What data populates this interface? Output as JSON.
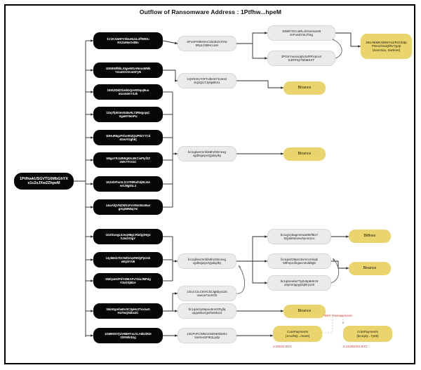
{
  "title": "Outflow of Ransomware Address : 1Ptfhw...hpeM",
  "colors": {
    "node_black": "#070707",
    "node_gray": "#eceaea",
    "node_yellow": "#e9d46d",
    "annotation_red": "#e8736a",
    "frame": "#000000"
  },
  "root": {
    "label": "1PtfhwkUSGVTG6MbGhYXx1c2sJXw2ZhpeM",
    "line1": "1PtfhwkUSGVTG6MbGhYX",
    "line2": "x1c2sJXw2ZhpeM"
  },
  "addresses": [
    {
      "id": "a1",
      "line1": "1C1KXwHFVSbuHUzLofftWDu",
      "line2": "NXZuMwOstBn"
    },
    {
      "id": "a2",
      "line1": "1DEBWf8bLXtgwWGANmuWMk",
      "line2": "YmuDGOXv4XFyN"
    },
    {
      "id": "a3",
      "line1": "19XUtDkfZUobbQreWSqvj9uu",
      "line2": "mUv34KYXJh"
    },
    {
      "id": "a4",
      "line1": "1Gq7fpktimr845v9L73R5qyqqC",
      "line2": "XgaMY9mPU"
    },
    {
      "id": "a5",
      "line1": "1DHuR6gzPrbo9SZQUP8irY7Cd",
      "line2": "4GwAGghEj"
    },
    {
      "id": "a6",
      "line1": "1MgaYRJxBWg92L8KCisPIyfZZ",
      "line2": "oWvYTrX1C"
    },
    {
      "id": "a7",
      "line1": "1EZehFhoXLG17F8Ro/h3jRLHA",
      "line2": "wXJ8g91L3"
    },
    {
      "id": "a8",
      "line1": "14wAlQVNZWGJFoV8mSEcBwr",
      "line2": "gXq2MN5q7ei"
    },
    {
      "id": "a9",
      "line1": "1DZSwvgL8JvqH8gCRlafpjtHQ4",
      "line2": "hJw2V3gY"
    },
    {
      "id": "a10",
      "line1": "14ykBdz7bCNZbAqrR8iQPje2sk",
      "line2": "wEpbYU6"
    },
    {
      "id": "a11",
      "line1": "1MdyaHZPdY49EAFvT4iuJMP4g",
      "line2": "F3vDSj8ize"
    },
    {
      "id": "a12",
      "line1": "1MAEgmhaEvSC3pHs3TxvAaG",
      "line2": "HUTwQ53bs3C"
    },
    {
      "id": "a13",
      "line1": "1GM8SDYjUV6BHYscALA5k2iR3r",
      "line2": "2SFMhXUg"
    }
  ],
  "intermediates": [
    {
      "id": "g1",
      "line1": "3FVsPX9kNtAC1bcB1lV4Yor",
      "line2": "5RpLGtBHcUvH"
    },
    {
      "id": "g2",
      "line1": "1QVKmUYtXTUbHS71UesK",
      "line2": "Eq3QU7Jy5pBbs1"
    },
    {
      "id": "g3",
      "line1": "bc1qdsermnfds8hch5rcexg",
      "line2": "vgd5sjwysrQjalaylky"
    },
    {
      "id": "g4",
      "line1": "bc1qdsermnfds8hch5rcexg",
      "line2": "vgd5sjwysrQjalaylky"
    },
    {
      "id": "g5",
      "line1": "1GUcCiLC6VICtGJg6byxx2s",
      "line2": "oaeoa7uvSGb"
    },
    {
      "id": "g6",
      "line1": "bc1qan2y9apuu5nn22tyjfq",
      "line2": "vpgu8kurrgvths60ac4"
    },
    {
      "id": "g7",
      "line1": "13CPvFCWBz4oWN9XB3Kz",
      "line2": "XwXexSF9t2Lpdp"
    }
  ],
  "tier3": [
    {
      "id": "t1",
      "line1": "16M67GCcaRLckGoHxuN9",
      "line2": "GrFu83YSUTiag"
    },
    {
      "id": "t2",
      "line1": "3PGKYwAaUgNJURRVpcx4",
      "line2": "E4RPSjr7bbMSXT"
    },
    {
      "id": "t3",
      "line1": "bc1qyry5agnmswa9krf9ix7",
      "line2": "8zjats92sevvhynm2cx"
    },
    {
      "id": "t4",
      "line1": "bc1qxiztz6pnz6xmncrmiqk",
      "line2": "59fmprufngwcmtold8g5"
    },
    {
      "id": "t5",
      "line1": "bc1qtneu6a77g2u5p8r6rz6",
      "line2": "a3ymmppyjs5j0iryxz8"
    }
  ],
  "endpoints": [
    {
      "id": "e_sanction",
      "line1": "361AktMKNNWYwZRzCE8p",
      "line2": "PNmohSaQf6V7g4p",
      "line3": "(Sanction, Darknet)"
    },
    {
      "id": "e_binance_1",
      "label": "Binance"
    },
    {
      "id": "e_binance_2",
      "label": "Binance"
    },
    {
      "id": "e_bitfinex",
      "label": "Bitfinex"
    },
    {
      "id": "e_binance_3",
      "label": "Binance"
    },
    {
      "id": "e_binance_4",
      "label": "Binance"
    },
    {
      "id": "e_coinpay_1",
      "line1": "CoinPayments",
      "line2": "(1AxzbQ...mao6)"
    },
    {
      "id": "e_coinpay_2",
      "line1": "CoinPayments",
      "line2": "(bc1q3y...7y88)"
    }
  ],
  "annotations": {
    "transactions_note": "*500 Transactions",
    "amount_left": "0.00022 BTC",
    "amount_right": "0.21291701 BTC"
  }
}
